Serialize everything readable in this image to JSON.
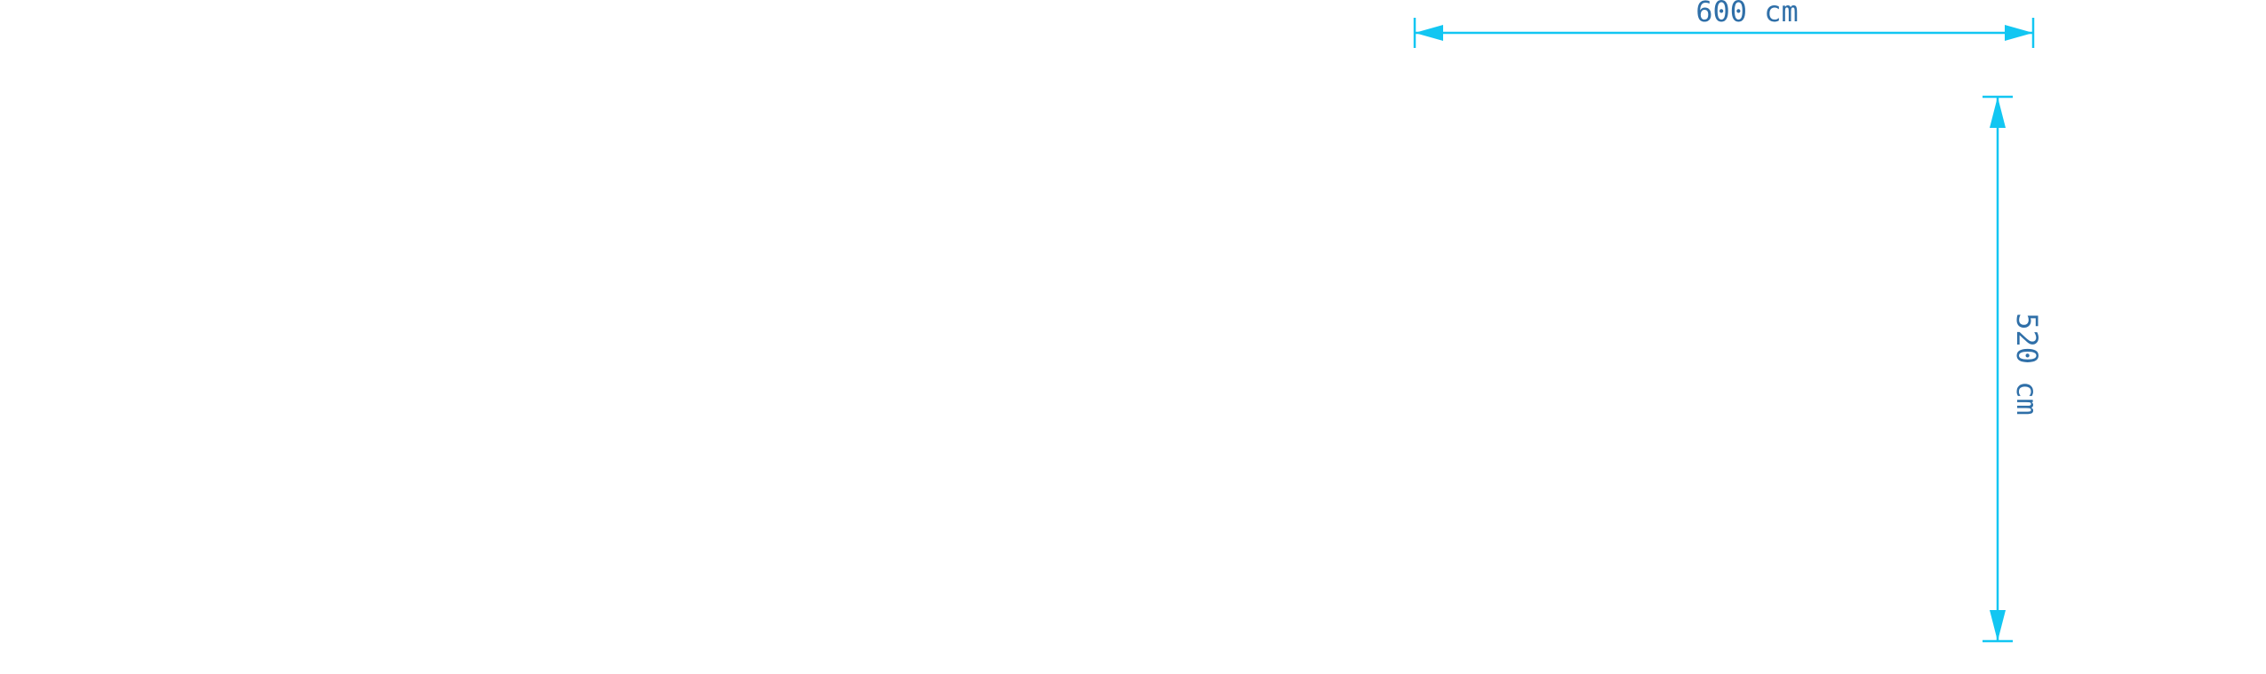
{
  "drawing": {
    "background_color": "#ffffff",
    "dimension_color": "#12c6f2",
    "label_color": "#2f6fa8"
  },
  "dimensions": {
    "width": {
      "label": "600 cm",
      "value": 600,
      "unit": "cm",
      "orientation": "horizontal"
    },
    "height": {
      "label": "520 cm",
      "value": 520,
      "unit": "cm",
      "orientation": "vertical"
    }
  }
}
